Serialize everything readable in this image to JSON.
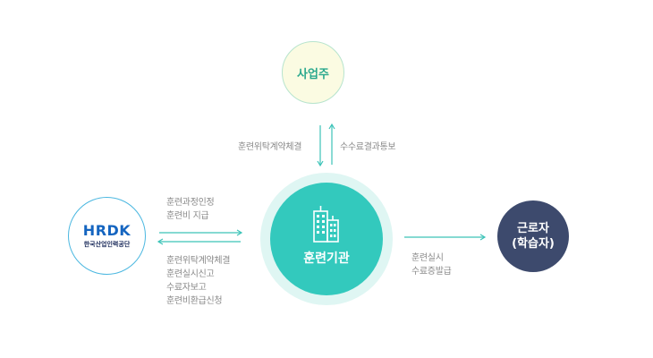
{
  "nodes": {
    "employer": {
      "label": "사업주"
    },
    "institution": {
      "label": "훈련기관"
    },
    "worker": {
      "label_line1": "근로자",
      "label_line2": "(학습자)"
    },
    "hrdk": {
      "logo_text": "HRDK",
      "org_name": "한국산업인력공단"
    }
  },
  "edges": {
    "inst_to_employer_down": "훈련위탁계약체결",
    "inst_to_employer_up": "수수료결과통보",
    "hrdk_to_inst": [
      "훈련과정인정",
      "훈련비 지급"
    ],
    "inst_to_hrdk": [
      "훈련위탁계약체결",
      "훈련실시신고",
      "수료자보고",
      "훈련비환급신청"
    ],
    "inst_to_worker": [
      "훈련실시",
      "수료증발급"
    ]
  },
  "colors": {
    "teal": "#33c9bd",
    "teal_halo": "#dff6f3",
    "employer_fill": "#fbfbe2",
    "employer_border": "#b7e4cd",
    "employer_text": "#29a88d",
    "worker_fill": "#3d4a6d",
    "hrdk_border": "#4ab7e0",
    "hrdk_blue": "#1565c0",
    "arrow": "#3cc3b8"
  }
}
